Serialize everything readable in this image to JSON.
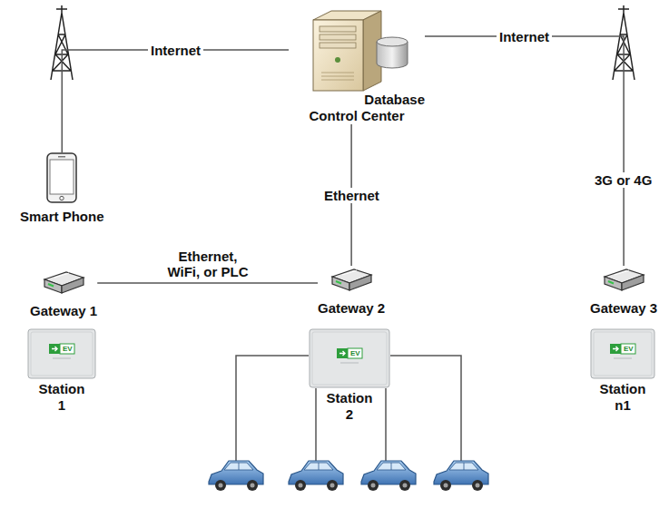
{
  "diagram": {
    "nodes": [
      {
        "text": [
          "Database",
          "Control Center"
        ]
      },
      {
        "text": [
          "Smart Phone"
        ]
      },
      {
        "text": [
          "Gateway 1"
        ]
      },
      {
        "text": [
          "Gateway 2"
        ]
      },
      {
        "text": [
          "Gateway 3"
        ]
      },
      {
        "text": [
          "Station 1"
        ]
      },
      {
        "text": [
          "Station 2"
        ]
      },
      {
        "text": [
          "Station n1"
        ]
      }
    ],
    "edges": [
      {
        "from": 0,
        "to": 1,
        "label": "Internet",
        "arrow": "none"
      },
      {
        "from": 0,
        "to": 4,
        "label": "Internet",
        "arrow": "none"
      },
      {
        "from": 0,
        "to": 3,
        "label": "Ethernet",
        "arrow": "none"
      },
      {
        "from": 2,
        "to": 3,
        "label": "Ethernet, WiFi, or PLC",
        "arrow": "none"
      }
    ],
    "labels": [
      "3G or 4G",
      "EV",
      "EV",
      "EV"
    ]
  }
}
